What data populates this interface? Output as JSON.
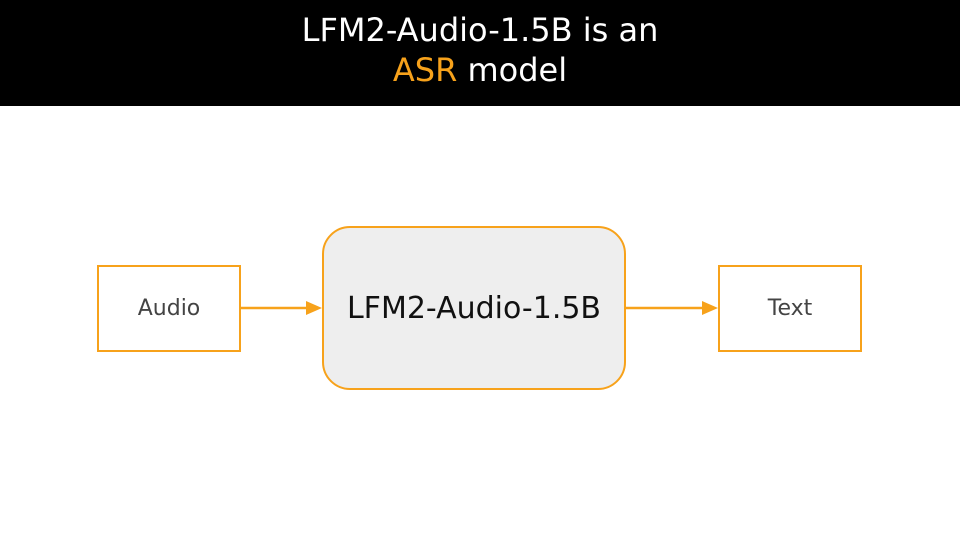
{
  "header": {
    "title_part1": "LFM2-Audio-1.5B is an",
    "title_highlight": "ASR",
    "title_part2": " model",
    "background_color": "#000000",
    "text_color": "#ffffff",
    "highlight_color": "#f7a21b"
  },
  "diagram": {
    "input_label": "Audio",
    "model_label": "LFM2-Audio-1.5B",
    "output_label": "Text",
    "accent_color": "#f7a21b",
    "model_fill_color": "#eeeeee"
  }
}
